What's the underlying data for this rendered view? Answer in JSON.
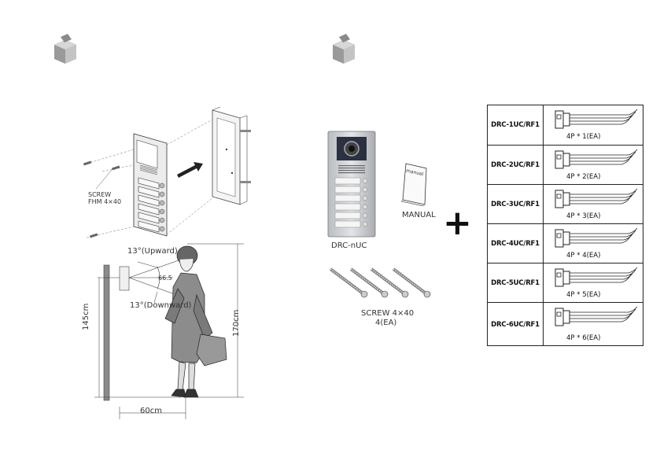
{
  "left_panel": {
    "screw_label": "SCREW",
    "screw_spec": "FHM 4×40",
    "angle_up": "13°(Upward)",
    "angle_down": "13°(Downward)",
    "distance_mid": "66.5",
    "height_device": "145cm",
    "height_person": "170cm",
    "distance_floor": "60cm"
  },
  "right_panel": {
    "device_label": "DRC-nUC",
    "manual_label": "MANUAL",
    "manual_cover": "manual",
    "screw_label": "SCREW  4×40",
    "screw_qty": "4(EA)",
    "plus": "+"
  },
  "cables": [
    {
      "model": "DRC-1UC/RF1",
      "spec": "4P * 1(EA)"
    },
    {
      "model": "DRC-2UC/RF1",
      "spec": "4P * 2(EA)"
    },
    {
      "model": "DRC-3UC/RF1",
      "spec": "4P * 3(EA)"
    },
    {
      "model": "DRC-4UC/RF1",
      "spec": "4P * 4(EA)"
    },
    {
      "model": "DRC-5UC/RF1",
      "spec": "4P * 5(EA)"
    },
    {
      "model": "DRC-6UC/RF1",
      "spec": "4P * 6(EA)"
    }
  ]
}
